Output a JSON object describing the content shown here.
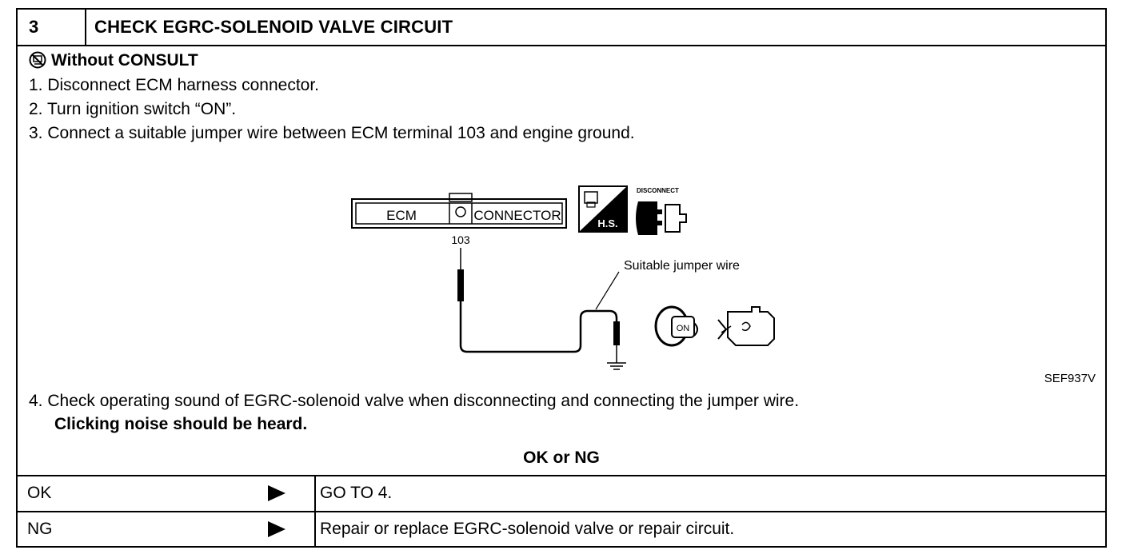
{
  "step": {
    "number": "3",
    "title": "CHECK EGRC-SOLENOID VALVE CIRCUIT"
  },
  "mode": {
    "label": "Without CONSULT",
    "icon": "consult-crossed-icon"
  },
  "instructions": [
    "1.  Disconnect ECM harness connector.",
    "2.  Turn ignition switch “ON”.",
    "3.  Connect a suitable jumper wire between ECM terminal 103 and engine ground.",
    "4.  Check operating sound of EGRC-solenoid valve when disconnecting and connecting the jumper wire."
  ],
  "expected": "Clicking noise should be heard.",
  "figure": {
    "ecm_label": "ECM",
    "connector_label": "CONNECTOR",
    "terminal": "103",
    "hs_label": "H.S.",
    "disconnect_label": "DISCONNECT",
    "on_label": "ON",
    "jumper_label": "Suitable jumper wire",
    "code": "SEF937V"
  },
  "result": {
    "heading": "OK or NG",
    "rows": [
      {
        "status": "OK",
        "action": "GO TO 4."
      },
      {
        "status": "NG",
        "action": "Repair or replace EGRC-solenoid valve or repair circuit."
      }
    ]
  }
}
